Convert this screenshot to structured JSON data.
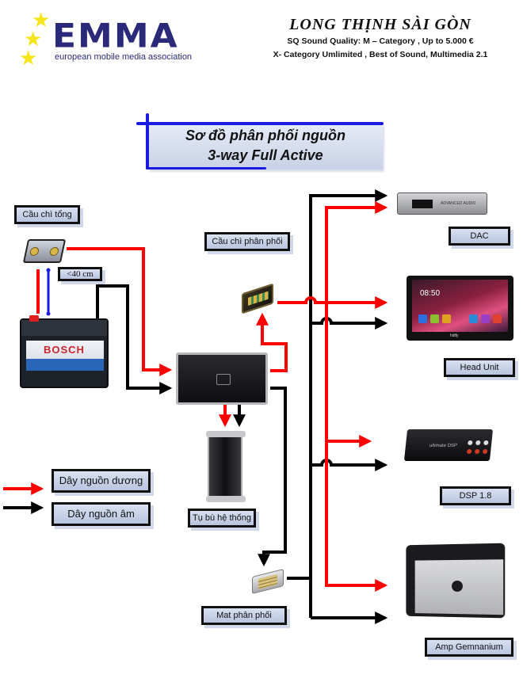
{
  "header": {
    "logo": {
      "word": "EMMA",
      "tagline": "european mobile media association",
      "stars_icon": "star-icon"
    },
    "shop_name": "LONG THỊNH SÀI GÒN",
    "lines": [
      "SQ Sound Quality: M – Category , Up to 5.000 €",
      "X- Category Umlimited , Best of Sound, Multimedia 2.1"
    ]
  },
  "title": {
    "line1": "Sơ đồ phân phối nguồn",
    "line2": "3-way Full Active"
  },
  "labels": {
    "main_fuse": "Cầu chì tổng",
    "distance": "<40 cm",
    "dist_fuse": "Cầu chì phân phối",
    "capacitor": "Tụ bù hệ thống",
    "ground_block": "Mat phân phối",
    "dac": "DAC",
    "head_unit": "Head Unit",
    "dsp": "DSP 1.8",
    "amp": "Amp Gemnanium"
  },
  "devices": {
    "battery_brand": "BOSCH",
    "head_unit_clock": "08:50",
    "head_unit_brand": "hdify",
    "dac_text": "ADVANCED AUDIO",
    "dsp_text": "ultimate DSP"
  },
  "legend": [
    {
      "label": "Dây nguồn dương",
      "color": "#ff0000"
    },
    {
      "label": "Dây nguồn âm",
      "color": "#000000"
    }
  ],
  "colors": {
    "positive": "#ff0000",
    "negative": "#000000",
    "accent_blue": "#1a1ae0",
    "logo_blue": "#2b2a7a",
    "star_yellow": "#f6e51b"
  }
}
